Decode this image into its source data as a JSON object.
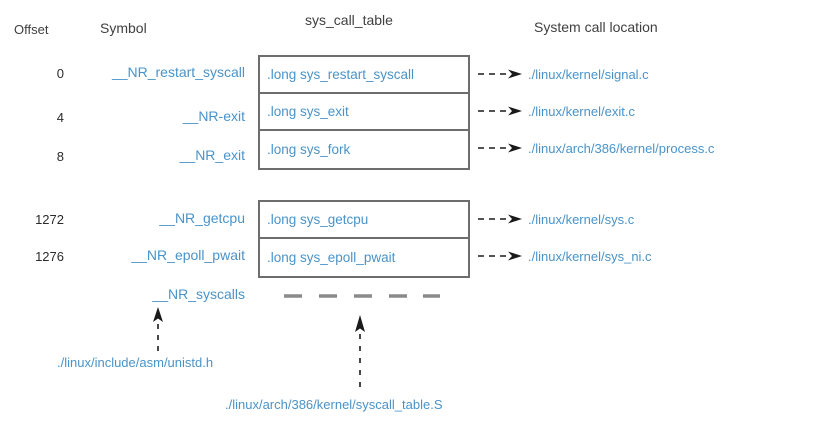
{
  "headers": {
    "offset": "Offset",
    "symbol": "Symbol",
    "table": "sys_call_table",
    "location": "System call location"
  },
  "colors": {
    "link_blue": "#4a93c9",
    "box_stroke": "#6d6d6d",
    "text_dark": "#2b2b2b",
    "arrow_black": "#1a1a1a",
    "dash_gray": "#8a8a8a",
    "background": "#ffffff"
  },
  "groups": [
    {
      "rows": [
        {
          "offset": "0",
          "symbol": "__NR_restart_syscall",
          "entry": ".long sys_restart_syscall",
          "location": "./linux/kernel/signal.c"
        },
        {
          "offset": "4",
          "symbol": "__NR-exit",
          "entry": ".long sys_exit",
          "location": "./linux/kernel/exit.c"
        },
        {
          "offset": "8",
          "symbol": "__NR_exit",
          "entry": ".long sys_fork",
          "location": "./linux/arch/386/kernel/process.c"
        }
      ]
    },
    {
      "rows": [
        {
          "offset": "1272",
          "symbol": "__NR_getcpu",
          "entry": ".long sys_getcpu",
          "location": "./linux/kernel/sys.c"
        },
        {
          "offset": "1276",
          "symbol": "__NR_epoll_pwait",
          "entry": ".long sys_epoll_pwait",
          "location": "./linux/kernel/sys_ni.c"
        }
      ]
    }
  ],
  "terminator": {
    "symbol": "__NR_syscalls",
    "dash_count": 5
  },
  "captions": {
    "unistd": "./linux/include/asm/unistd.h",
    "syscall_table": "./linux/arch/386/kernel/syscall_table.S"
  }
}
